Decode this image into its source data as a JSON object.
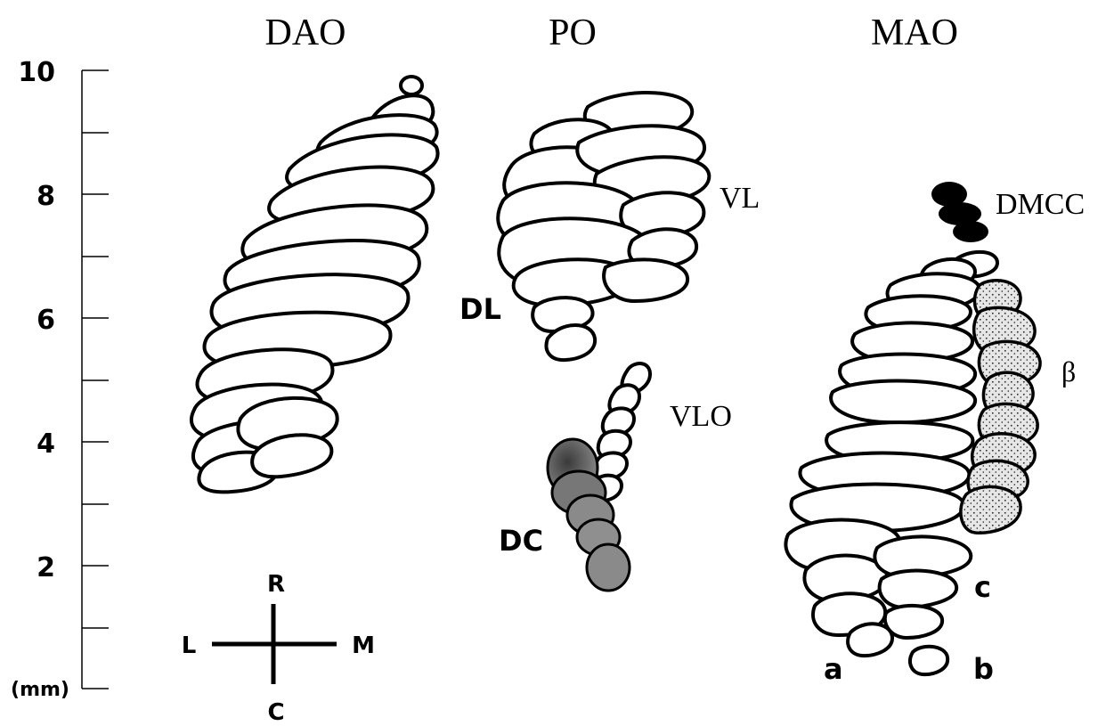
{
  "headings": {
    "dao": "DAO",
    "po": "PO",
    "mao": "MAO"
  },
  "scale": {
    "unit": "(mm)",
    "tick_labels": [
      "10",
      "8",
      "6",
      "4",
      "2"
    ],
    "range_mm": [
      0,
      10
    ]
  },
  "subdivisions": {
    "vl": "VL",
    "dl": "DL",
    "vlo": "VLO",
    "dc": "DC",
    "dmcc": "DMCC",
    "beta": "β",
    "a": "a",
    "b": "b",
    "c": "c"
  },
  "orientation": {
    "rostral": "R",
    "caudal": "C",
    "lateral": "L",
    "medial": "M"
  },
  "colors": {
    "outline": "#000000",
    "dc_fill": "#8a8a8a",
    "dmcc_fill": "#000000",
    "beta_fill": "stippled"
  }
}
